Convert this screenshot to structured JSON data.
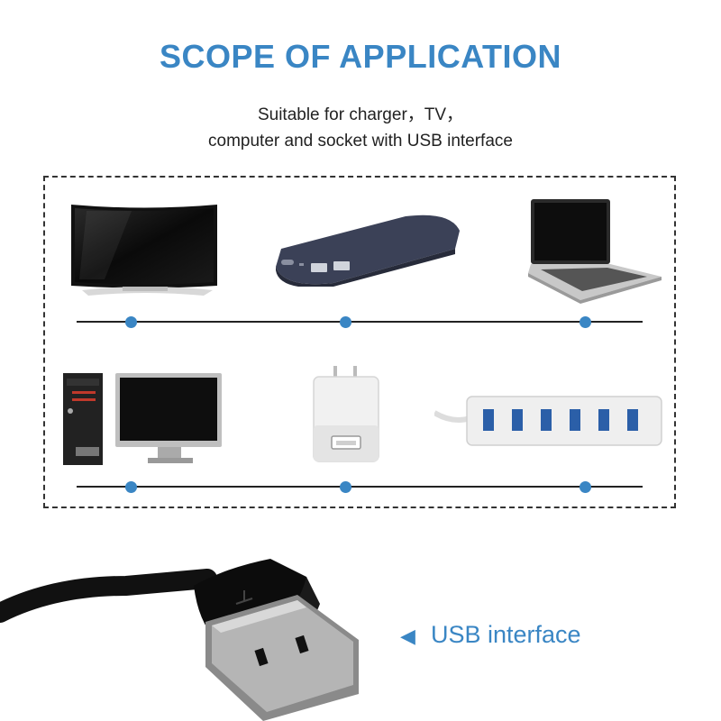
{
  "heading": "SCOPE OF APPLICATION",
  "subtitle_line1": "Suitable for charger，TV，",
  "subtitle_line2": "computer and socket with USB interface",
  "usb_label": "USB interface",
  "colors": {
    "accent": "#3a86c4",
    "text": "#222222"
  },
  "devices_row1": [
    "tv-icon",
    "power-bank-icon",
    "laptop-icon"
  ],
  "devices_row2": [
    "desktop-computer-icon",
    "wall-charger-icon",
    "usb-hub-icon"
  ]
}
